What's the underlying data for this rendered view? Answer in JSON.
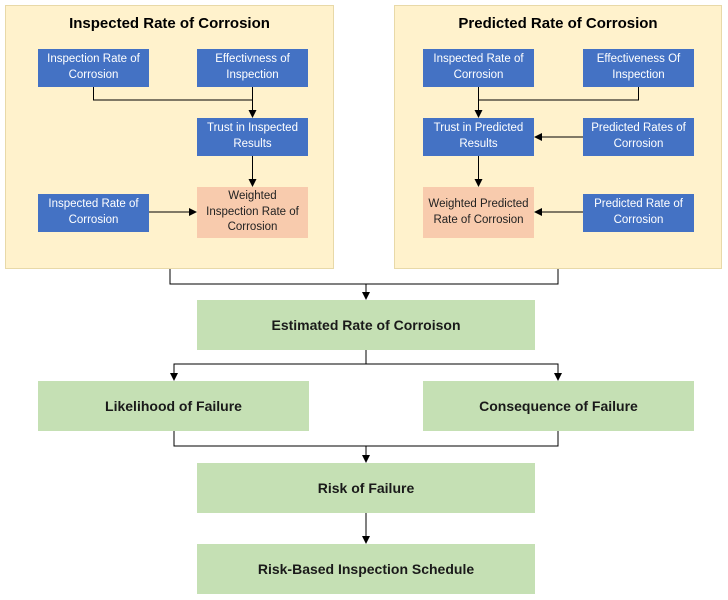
{
  "panels": {
    "inspected": {
      "title": "Inspected Rate of Corrosion",
      "inspection_rate": "Inspection Rate of Corrosion",
      "effectiveness": "Effectivness of Inspection",
      "trust": "Trust in Inspected Results",
      "inspected_rate": "Inspected Rate of Corrosion",
      "weighted": "Weighted Inspection Rate of Corrosion"
    },
    "predicted": {
      "title": "Predicted Rate of Corrosion",
      "inspected_rate": "Inspected Rate of Corrosion",
      "effectiveness": "Effectiveness Of Inspection",
      "trust": "Trust in Predicted Results",
      "predicted_rates": "Predicted Rates of Corrosion",
      "weighted": "Weighted Predicted Rate of Corrosion",
      "predicted_rate": "Predicted Rate of Corrosion"
    }
  },
  "flow": {
    "estimated": "Estimated Rate of Corroison",
    "likelihood": "Likelihood of Failure",
    "consequence": "Consequence of Failure",
    "risk": "Risk of Failure",
    "schedule": "Risk-Based Inspection Schedule"
  },
  "colors": {
    "panel_bg": "#fff2cc",
    "blue_box": "#4472c4",
    "peach_box": "#f8cbad",
    "green_box": "#c5e0b4"
  }
}
